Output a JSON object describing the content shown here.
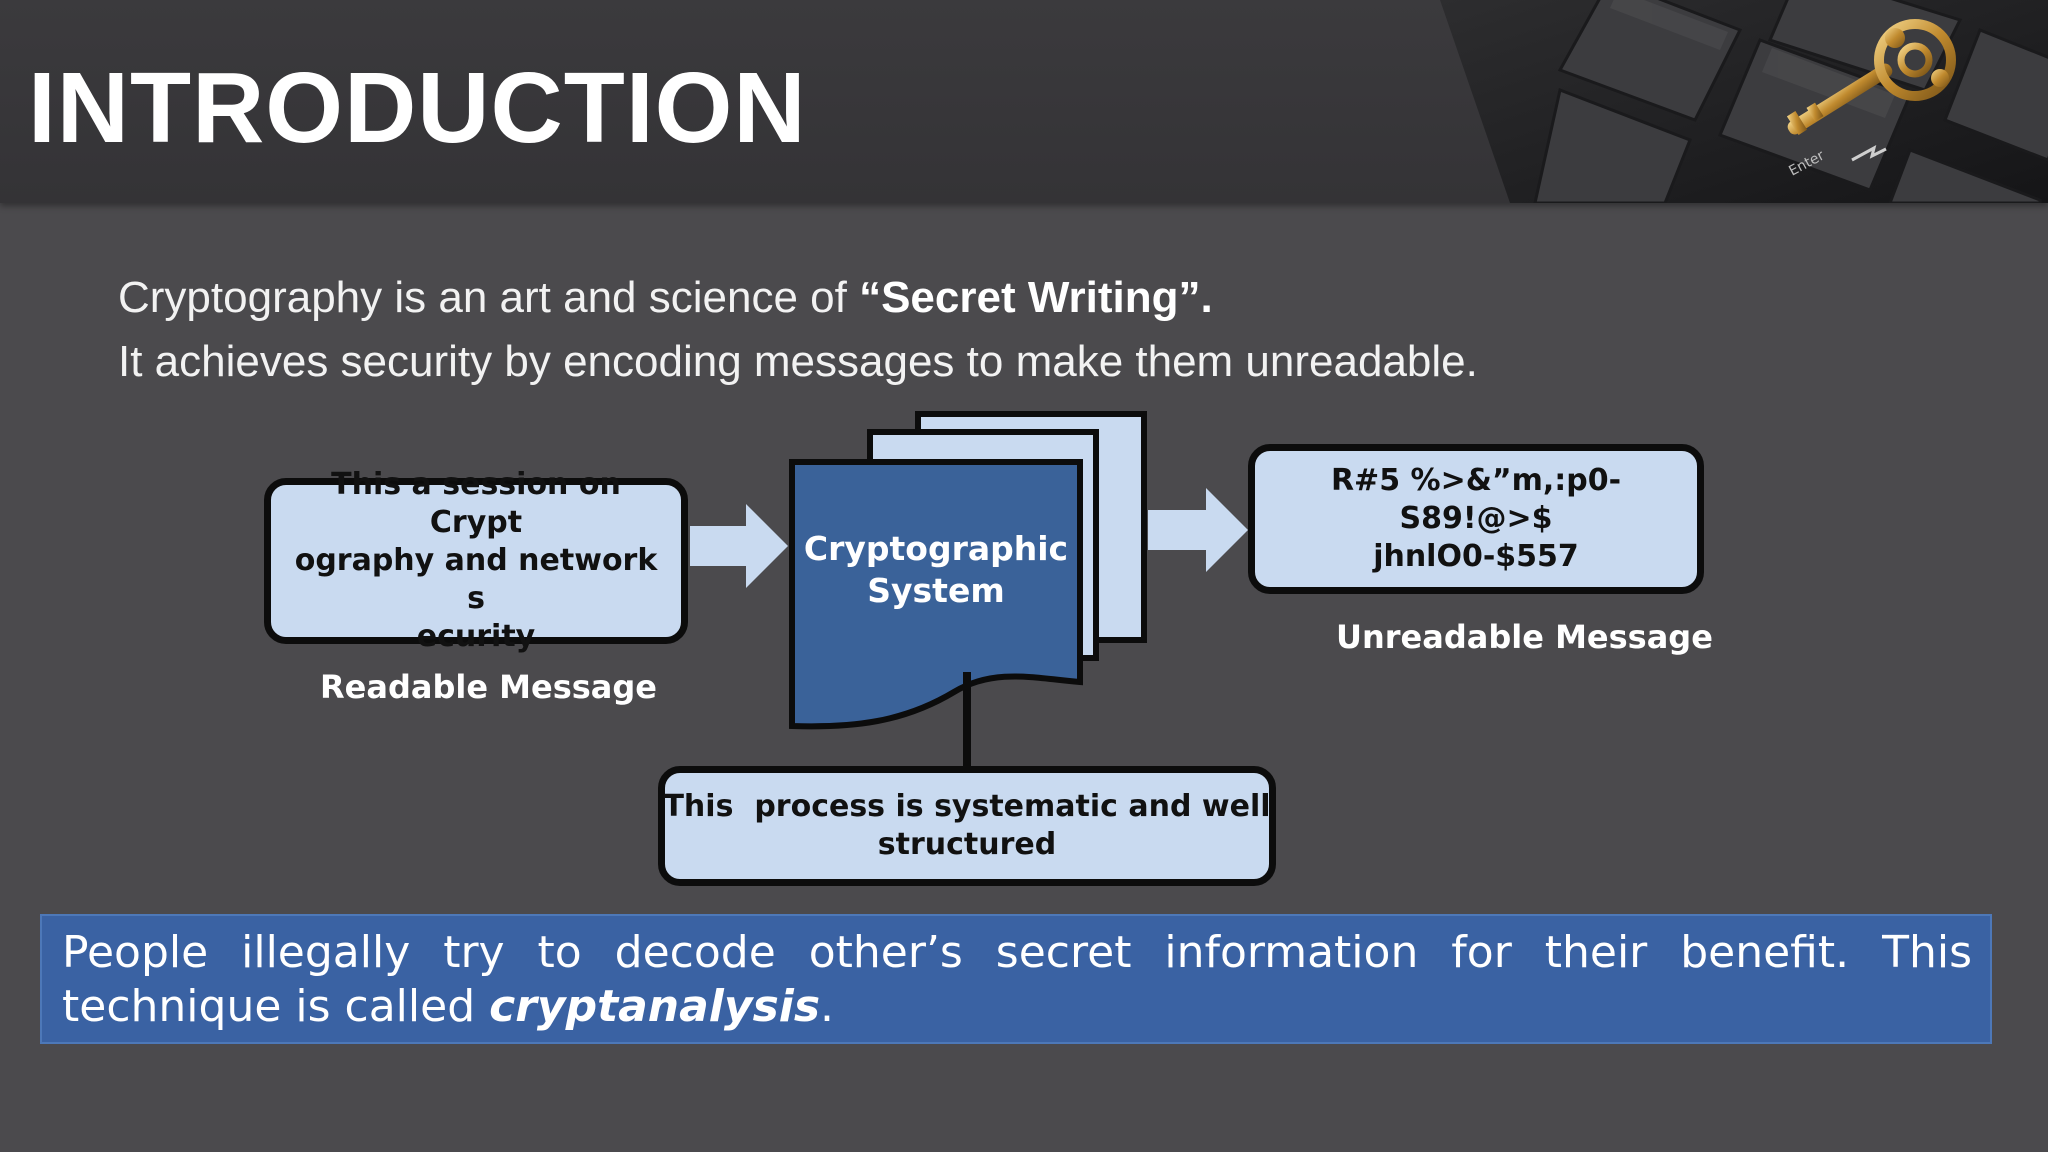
{
  "slide": {
    "title": "INTRODUCTION",
    "intro_line1_prefix": "Cryptography is an art and science of ",
    "intro_line1_bold": "“Secret Writing”.",
    "intro_line2": "It achieves security by encoding messages to make them unreadable."
  },
  "diagram": {
    "readable_text_line1": "This a session on Crypt",
    "readable_text_line2": "ography and network s",
    "readable_text_line3": "ecurity",
    "readable_caption": "Readable Message",
    "system_line1": "Cryptographic",
    "system_line2": "System",
    "cipher_line1": "R#5 %>&”m,:p0-S89!@>$",
    "cipher_line2": "jhnlO0-$557",
    "unreadable_caption": "Unreadable Message",
    "process_line1": "This  process is systematic and well",
    "process_line2": "structured"
  },
  "banner": {
    "text": "People illegally try to decode other’s secret information for their benefit. This technique is called ",
    "emphasis": "cryptanalysis",
    "end": "."
  },
  "colors": {
    "background": "#4b4a4d",
    "header": "#3b3a3d",
    "box_fill": "#c9daf0",
    "system_fill": "#3a6299",
    "banner_fill": "#3a62a3",
    "arrow_fill": "#c9daf0"
  },
  "icons": {
    "header_image": "keyboard-key-photo",
    "arrows": "right-block-arrow"
  }
}
